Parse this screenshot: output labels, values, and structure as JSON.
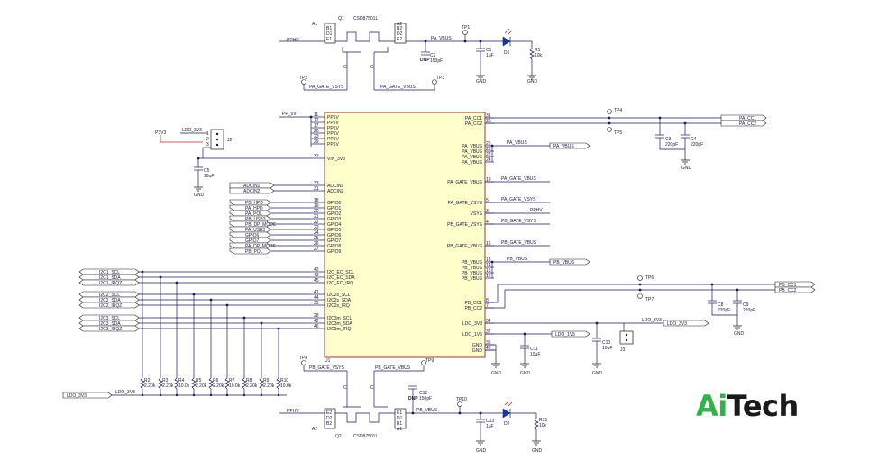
{
  "logo": {
    "prefix": "Ai",
    "suffix": "Tech"
  },
  "u1": {
    "ref": "U1",
    "left_pins": [
      {
        "num": "11",
        "name": "PP5V"
      },
      {
        "num": "12",
        "name": "PP5V"
      },
      {
        "num": "17",
        "name": "PP5V"
      },
      {
        "num": "20",
        "name": "PP5V"
      },
      {
        "num": "23",
        "name": "PP5V"
      },
      {
        "num": "29",
        "name": "PP5V"
      },
      {
        "num": "32",
        "name": "VIN_3V3"
      },
      {
        "num": "33",
        "name": "ADCIN1"
      },
      {
        "num": "31",
        "name": "ADCIN2"
      },
      {
        "num": "18",
        "name": "GPIO0"
      },
      {
        "num": "19",
        "name": "GPIO1"
      },
      {
        "num": "20",
        "name": "GPIO2"
      },
      {
        "num": "21",
        "name": "GPIO3"
      },
      {
        "num": "22",
        "name": "GPIO4"
      },
      {
        "num": "23",
        "name": "GPIO5"
      },
      {
        "num": "24",
        "name": "GPIO6"
      },
      {
        "num": "25",
        "name": "GPIO7"
      },
      {
        "num": "26",
        "name": "GPIO8"
      },
      {
        "num": "27",
        "name": "GPIO9"
      },
      {
        "num": "42",
        "name": "I2C_EC_SCL"
      },
      {
        "num": "43",
        "name": "I2C_EC_SDA"
      },
      {
        "num": "45",
        "name": "I2C_EC_IRQ"
      },
      {
        "num": "41",
        "name": "I2C2s_SCL"
      },
      {
        "num": "44",
        "name": "I2C2s_SDA"
      },
      {
        "num": "35",
        "name": "I2C2s_IRQ"
      },
      {
        "num": "28",
        "name": "I2C3m_SCL"
      },
      {
        "num": "42",
        "name": "I2C3m_SDA"
      },
      {
        "num": "46",
        "name": "I2C3m_IRQ"
      }
    ],
    "right_pins": [
      {
        "num": "31",
        "name": "PA_CC1"
      },
      {
        "num": "30",
        "name": "PA_CC2"
      },
      {
        "num": "26",
        "name": "PA_VBUS"
      },
      {
        "num": "23",
        "name": "PA_VBUS"
      },
      {
        "num": "22",
        "name": "PA_VBUS"
      },
      {
        "num": "24",
        "name": "PA_VBUS"
      },
      {
        "num": "19",
        "name": "PA_GATE_VBUS"
      },
      {
        "num": "5",
        "name": "PA_GATE_VSYS"
      },
      {
        "num": "3",
        "name": "VSYS"
      },
      {
        "num": "4",
        "name": "PB_GATE_VSYS"
      },
      {
        "num": "16",
        "name": "PB_GATE_VBUS"
      },
      {
        "num": "13",
        "name": "PB_VBUS"
      },
      {
        "num": "14",
        "name": "PB_VBUS"
      },
      {
        "num": "15",
        "name": "PB_VBUS"
      },
      {
        "num": "12",
        "name": "PB_VBUS"
      },
      {
        "num": "8",
        "name": "PB_CC1"
      },
      {
        "num": "7",
        "name": "PB_CC2"
      },
      {
        "num": "34",
        "name": "LDO_3V3"
      },
      {
        "num": "37",
        "name": "LDO_1V5"
      },
      {
        "num": "36",
        "name": "GND"
      },
      {
        "num": "40",
        "name": "GND"
      }
    ]
  },
  "gpio_labels": [
    "PB_HPD",
    "PA_HPD",
    "PA_POL",
    "PB_USB3",
    "PB_DP_MODE",
    "PA_USB3",
    "GPIO6",
    "GPIO7",
    "PA_DP_MODE",
    "PB_POL"
  ],
  "adc_labels": [
    "ADCIN1",
    "ADCIN2"
  ],
  "i2c_labels": [
    "I2C1_SCL",
    "I2C1_SDA",
    "I2C1_IRQZ",
    "I2C2_SCL",
    "I2C2_SDA",
    "I2C2_IRQZ",
    "I2C3_SCL",
    "I2C3_SDA",
    "I2C3_IRQZ"
  ],
  "pullups": [
    {
      "ref": "R2",
      "val": "2.20k"
    },
    {
      "ref": "R3",
      "val": "2.20k"
    },
    {
      "ref": "R4",
      "val": "10.0k"
    },
    {
      "ref": "R5",
      "val": "2.20k"
    },
    {
      "ref": "R6",
      "val": "2.20k"
    },
    {
      "ref": "R7",
      "val": "10.0k"
    },
    {
      "ref": "R8",
      "val": "2.20k"
    },
    {
      "ref": "R9",
      "val": "2.20k"
    },
    {
      "ref": "R10",
      "val": "10.0k"
    }
  ],
  "nets": {
    "pphv": "PPHV",
    "pp5v": "PP_5V",
    "p3v3": "P3V3",
    "ldo3v3": "LDO_3V3",
    "vin3v3": "VIN_3V3",
    "pa_vbus": "PA_VBUS",
    "pb_vbus": "PB_VBUS",
    "pa_gate_vsys": "PA_GATE_VSYS",
    "pa_gate_vbus": "PA_GATE_VBUS",
    "pb_gate_vsys": "PB_GATE_VSYS",
    "pb_gate_vbus": "PB_GATE_VBUS",
    "pphv_r": "PPHV",
    "pa_cc1": "PA_CC1",
    "pa_cc2": "PA_CC2",
    "pb_cc1": "PB_CC1",
    "pb_cc2": "PB_CC2",
    "ldo1v5": "LDO_1V5",
    "ldo_3v3_label": "LDO_3V3",
    "ldo_3v3_bottom": "LDO_3V3"
  },
  "parts": {
    "q1": "Q1",
    "q1_part": "CSD87501L",
    "q2": "Q2",
    "q2_part": "CSD87501L",
    "c1": "C1",
    "c1v": "1uF",
    "d1": "D1",
    "r1": "R1",
    "r1v": "10k",
    "c2": "C2",
    "c2v": "150pF",
    "dnp": "DNP",
    "c3": "C3",
    "c3v": "220pF",
    "c4": "C4",
    "c4v": "220pF",
    "c5": "C5",
    "c5v": "10uF",
    "c8": "C8",
    "c8v": "220pF",
    "c9": "C9",
    "c9v": "220pF",
    "c10": "C10",
    "c10v": "10uF",
    "c11": "C11",
    "c11v": "10uF",
    "c12": "C12",
    "c12v": "150pF",
    "c13": "C13",
    "c13v": "1uF",
    "d2": "D2",
    "r15": "R15",
    "r15v": "10k",
    "j2": "J2",
    "j3": "J3",
    "tp1": "TP1",
    "tp2": "TP2",
    "tp3": "TP3",
    "tp4": "TP4",
    "tp5": "TP5",
    "tp6": "TP6",
    "tp7": "TP7",
    "tp8": "TP8",
    "tp9": "TP9",
    "tp10": "TP10",
    "gnd": "GND"
  },
  "q_pins_top": {
    "left": [
      "A1",
      "B1",
      "D1",
      "E1"
    ],
    "right": [
      "A2",
      "B2",
      "D2",
      "E2"
    ]
  },
  "q_pins_bot": {
    "left": [
      "E2",
      "D2",
      "B2",
      "A2"
    ],
    "right": [
      "E1",
      "D1",
      "B1",
      "A1"
    ]
  }
}
